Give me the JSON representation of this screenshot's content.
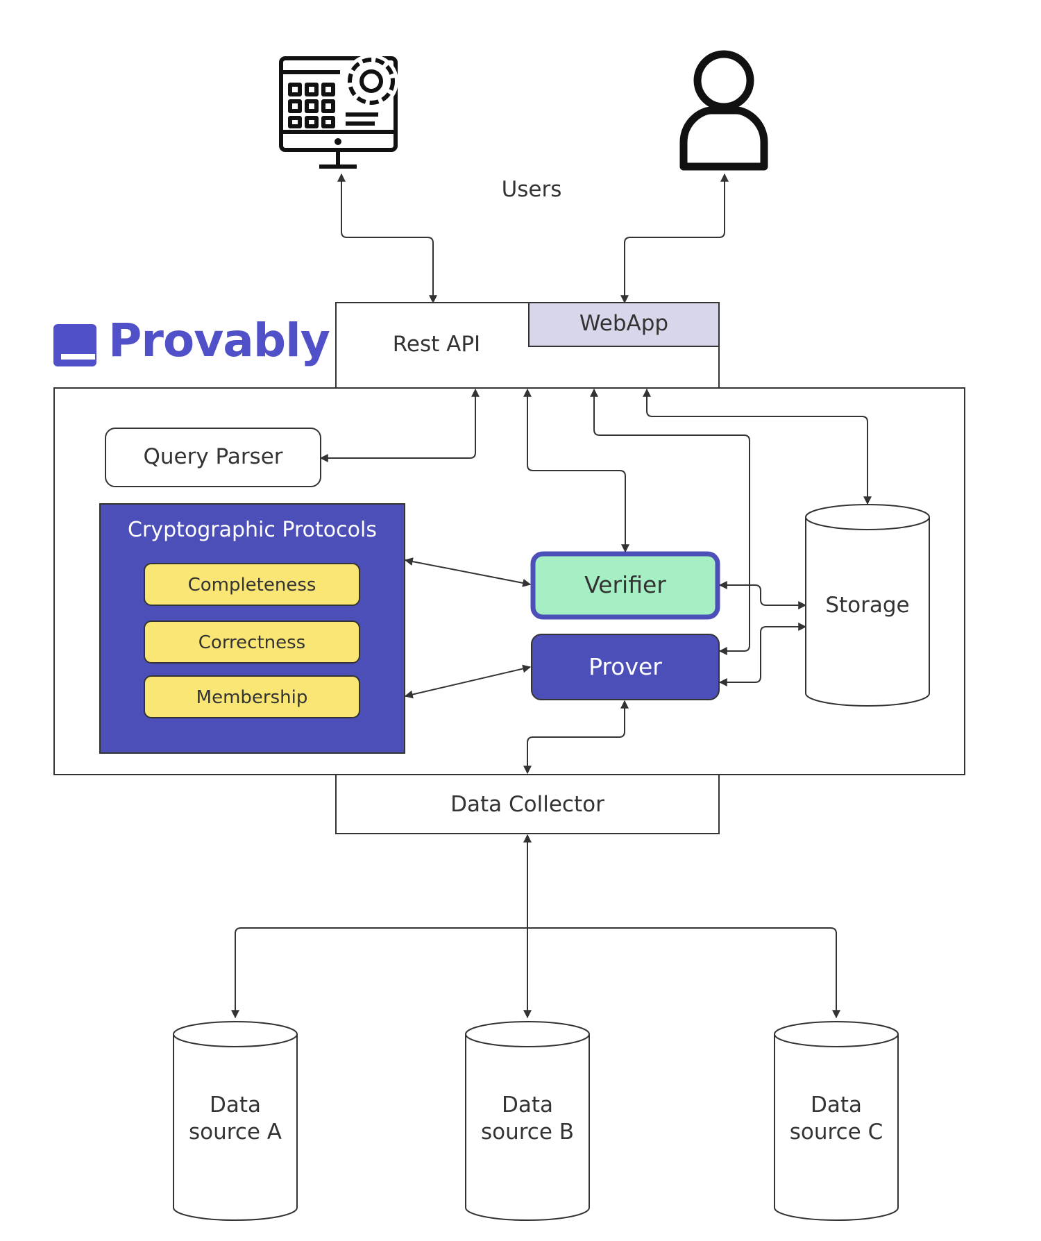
{
  "brand": {
    "name": "Provably",
    "color": "#5050c8"
  },
  "users_label": "Users",
  "icons": {
    "admin": "monitor-settings-icon",
    "user": "user-person-icon",
    "logo": "provably-logo-icon"
  },
  "components": {
    "rest_api": "Rest API",
    "webapp": "WebApp",
    "query_parser": "Query Parser",
    "crypto_protocols": {
      "title": "Cryptographic Protocols",
      "items": [
        "Completeness",
        "Correctness",
        "Membership"
      ]
    },
    "verifier": "Verifier",
    "prover": "Prover",
    "storage": "Storage",
    "data_collector": "Data Collector"
  },
  "data_sources": [
    "Data source A",
    "Data source B",
    "Data source C"
  ],
  "colors": {
    "protocols_fill": "#4d4fb8",
    "protocol_item_fill": "#f9e674",
    "verifier_fill": "#a6efc4",
    "verifier_border": "#4d4fb8",
    "prover_fill": "#4d4fb8",
    "webapp_fill": "#d8d6ea",
    "line": "#333333"
  }
}
